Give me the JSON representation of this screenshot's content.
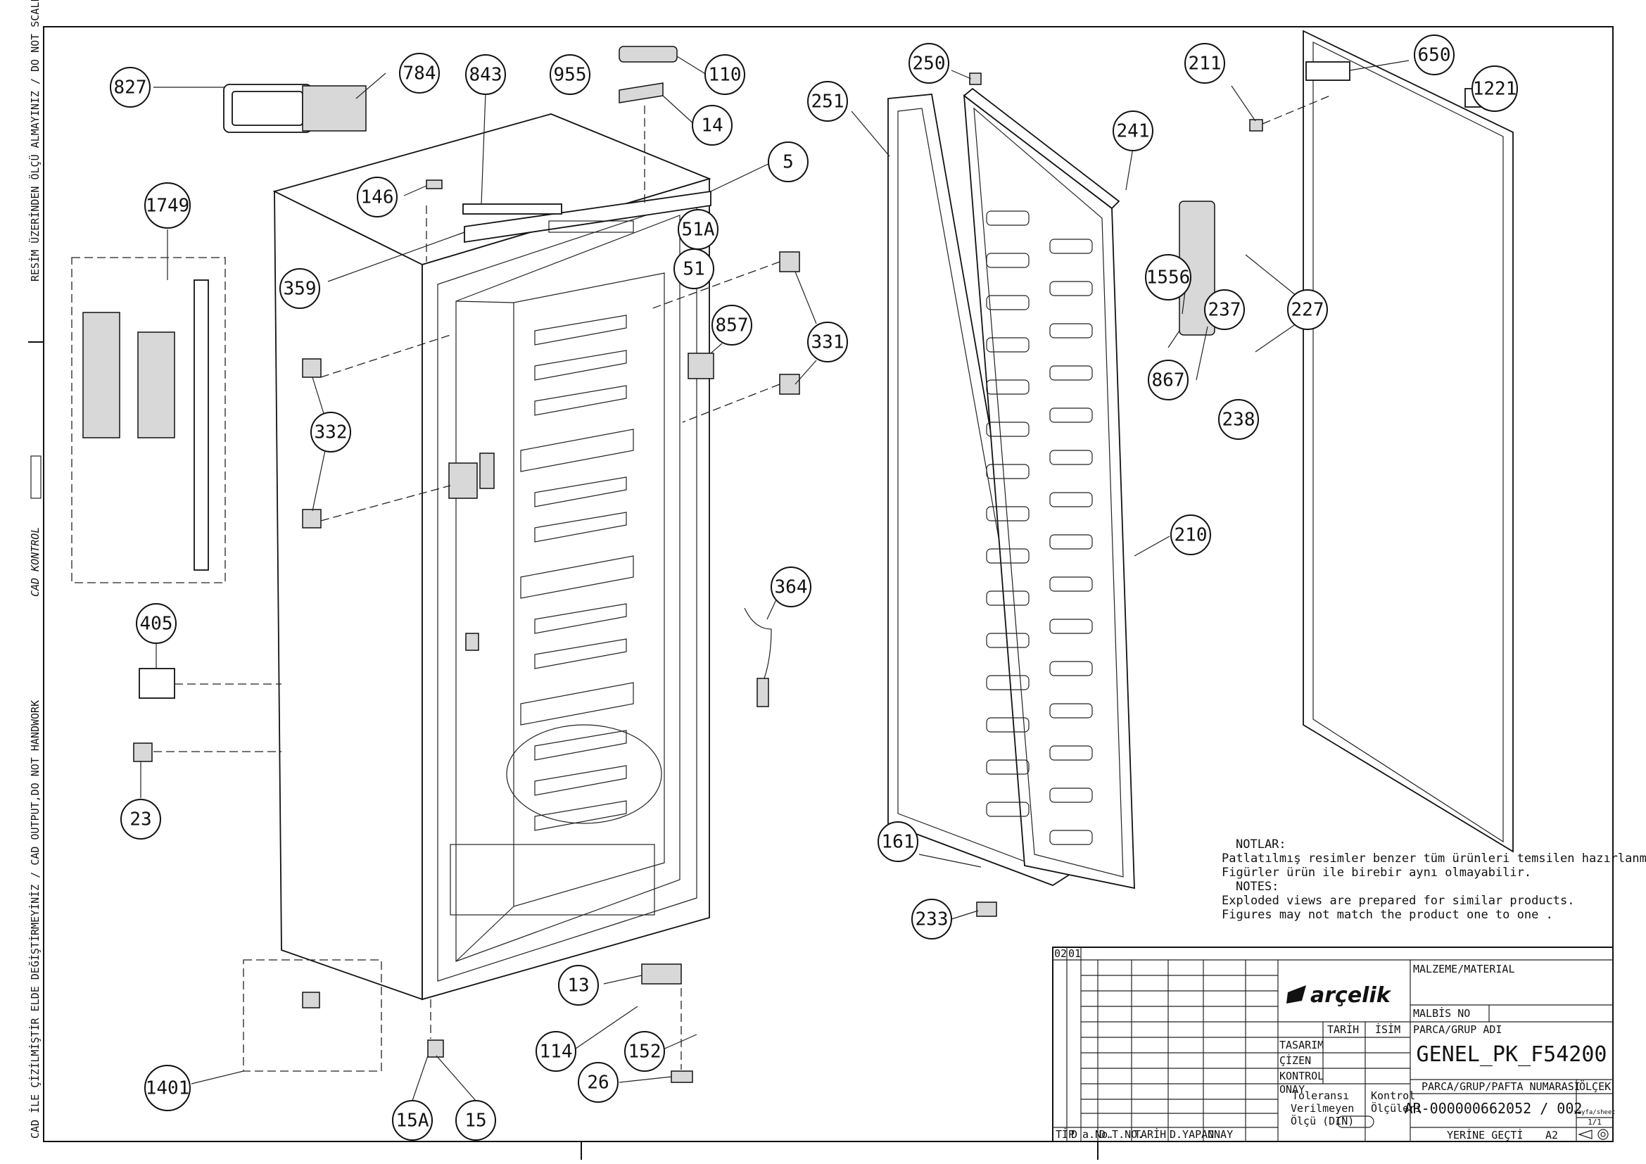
{
  "side_texts": {
    "top": "RESİM ÜZERİNDEN ÖLÇÜ ALMAYINIZ / DO NOT SCALE",
    "middle": "CAD KONTROL",
    "bottom": "CAD İLE ÇİZİLMİŞTİR ELDE DEĞİŞTİRMEYİNİZ / CAD OUTPUT,DO NOT HANDWORK"
  },
  "part_labels": [
    {
      "id": "827"
    },
    {
      "id": "784"
    },
    {
      "id": "843"
    },
    {
      "id": "955"
    },
    {
      "id": "110"
    },
    {
      "id": "14"
    },
    {
      "id": "5"
    },
    {
      "id": "146"
    },
    {
      "id": "51A"
    },
    {
      "id": "51"
    },
    {
      "id": "359"
    },
    {
      "id": "857"
    },
    {
      "id": "331"
    },
    {
      "id": "332"
    },
    {
      "id": "1749"
    },
    {
      "id": "405"
    },
    {
      "id": "23"
    },
    {
      "id": "1401"
    },
    {
      "id": "15A"
    },
    {
      "id": "15"
    },
    {
      "id": "13"
    },
    {
      "id": "114"
    },
    {
      "id": "152"
    },
    {
      "id": "26"
    },
    {
      "id": "364"
    },
    {
      "id": "250"
    },
    {
      "id": "251"
    },
    {
      "id": "241"
    },
    {
      "id": "211"
    },
    {
      "id": "650"
    },
    {
      "id": "1221"
    },
    {
      "id": "1556"
    },
    {
      "id": "237"
    },
    {
      "id": "227"
    },
    {
      "id": "867"
    },
    {
      "id": "238"
    },
    {
      "id": "210"
    },
    {
      "id": "161"
    },
    {
      "id": "233"
    }
  ],
  "notes": [
    "NOTLAR:",
    "Patlatılmış   resimler benzer tüm ürünleri temsilen  hazırlanmıştır.",
    "Figürler ürün ile birebir aynı olmayabilir.",
    "NOTES:",
    "Exploded views are prepared for similar products.",
    "Figures  may not match the product one to one ."
  ],
  "title_block": {
    "rev_cols": [
      "02",
      "01"
    ],
    "bottom_headers": [
      "TİP",
      "D",
      "a.No.",
      "D.T.NO.",
      "TARİH",
      "D.YAPAN",
      "ONAY"
    ],
    "logo": "arçelik",
    "tarih": "TARİH",
    "isim": "İSİM",
    "roles": [
      "TASARIM",
      "ÇİZEN",
      "KONTROL",
      "ONAY"
    ],
    "tolerance": [
      "Toleransı",
      "Verilmeyen",
      "Ölçü (DIN)"
    ],
    "kontrol": [
      "Kontrol",
      "Ölçüleri"
    ],
    "material_label": "MALZEME/MATERIAL",
    "malbis_label": "MALBİS NO",
    "group_label": "PARCA/GRUP ADI",
    "group_name": "GENEL_PK_F54200",
    "number_label": "PARCA/GRUP/PAFTA NUMARASI",
    "scale_label": "ÖLÇEK",
    "part_number": "AR-000000662052 / 002",
    "sheet_label": "sayfa/sheet",
    "sheet_value": "1/1",
    "replaced": "YERİNE GEÇTİ",
    "paper": "A2"
  }
}
